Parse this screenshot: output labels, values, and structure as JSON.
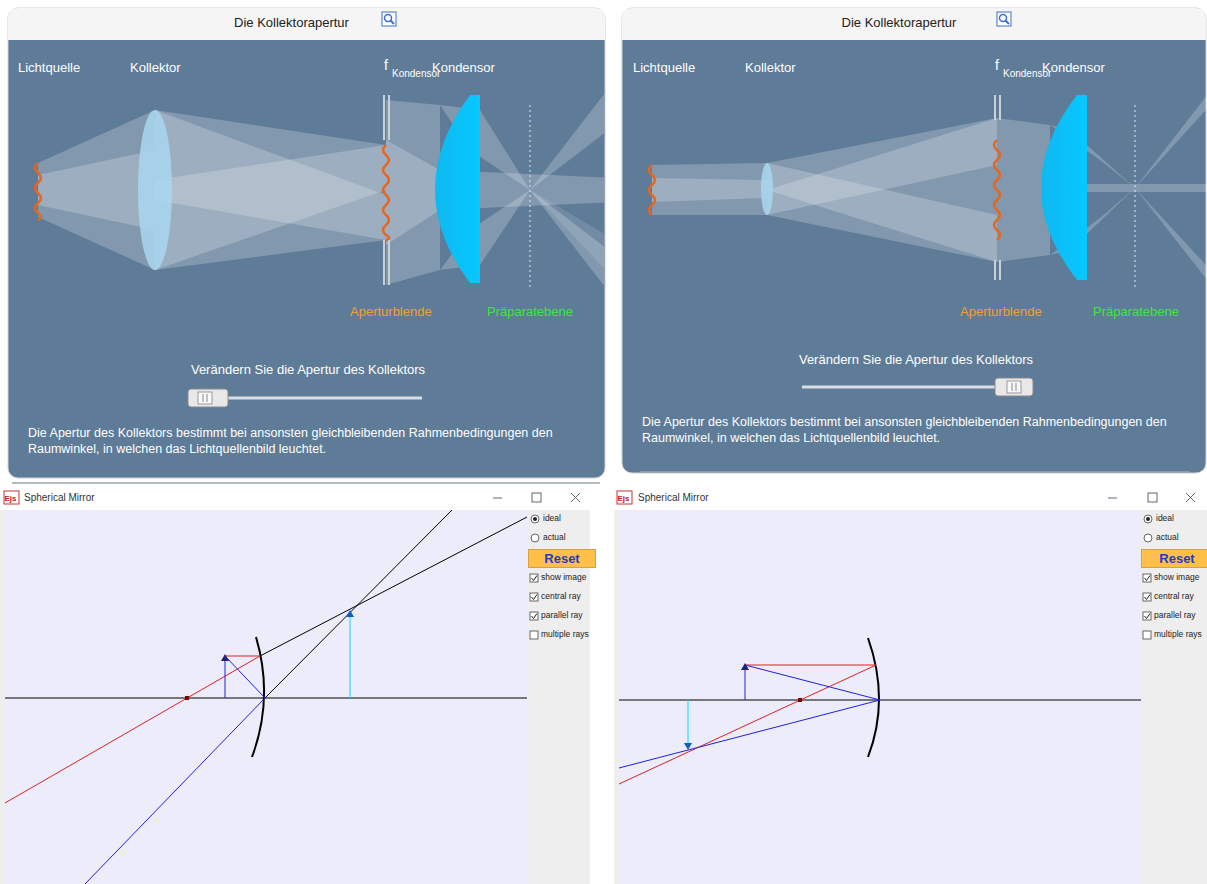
{
  "diagram": {
    "nodes": [
      {
        "text": [
          "Die Kollektorapertur"
        ]
      },
      {
        "text": [
          "Die Kollektorapertur"
        ]
      },
      {
        "text": [
          "Spherical Mirror"
        ]
      },
      {
        "text": [
          "Reset"
        ],
        "in": 2
      },
      {
        "text": [
          "Spherical Mirror"
        ]
      },
      {
        "text": [
          "Reset"
        ],
        "in": 4
      }
    ],
    "labels": [
      "Lichtquelle",
      "Kollektor",
      "f",
      "Kondensor",
      "Kondensor",
      "Aperturblende",
      "Präparatebene",
      "Verändern Sie die Apertur des Kollektors",
      "Die Apertur des Kollektors bestimmt bei ansonsten gleichbleibenden Rahmenbedingungen den Raumwinkel, in welchen das Lichtquellenbild leuchtet.",
      "Lichtquelle",
      "Kollektor",
      "f",
      "Kondensor",
      "Kondensor",
      "Aperturblende",
      "Präparatebene",
      "Verändern Sie die Apertur des Kollektors",
      "Die Apertur des Kollektors bestimmt bei ansonsten gleichbleibenden Rahmenbedingungen den Raumwinkel, in welchen das Lichtquellenbild leuchtet.",
      "Ejs",
      "ideal",
      "actual",
      "show image",
      "central ray",
      "parallel ray",
      "multiple rays",
      "Ejs",
      "ideal",
      "actual",
      "show image",
      "central ray",
      "parallel ray",
      "multiple rays"
    ]
  }
}
